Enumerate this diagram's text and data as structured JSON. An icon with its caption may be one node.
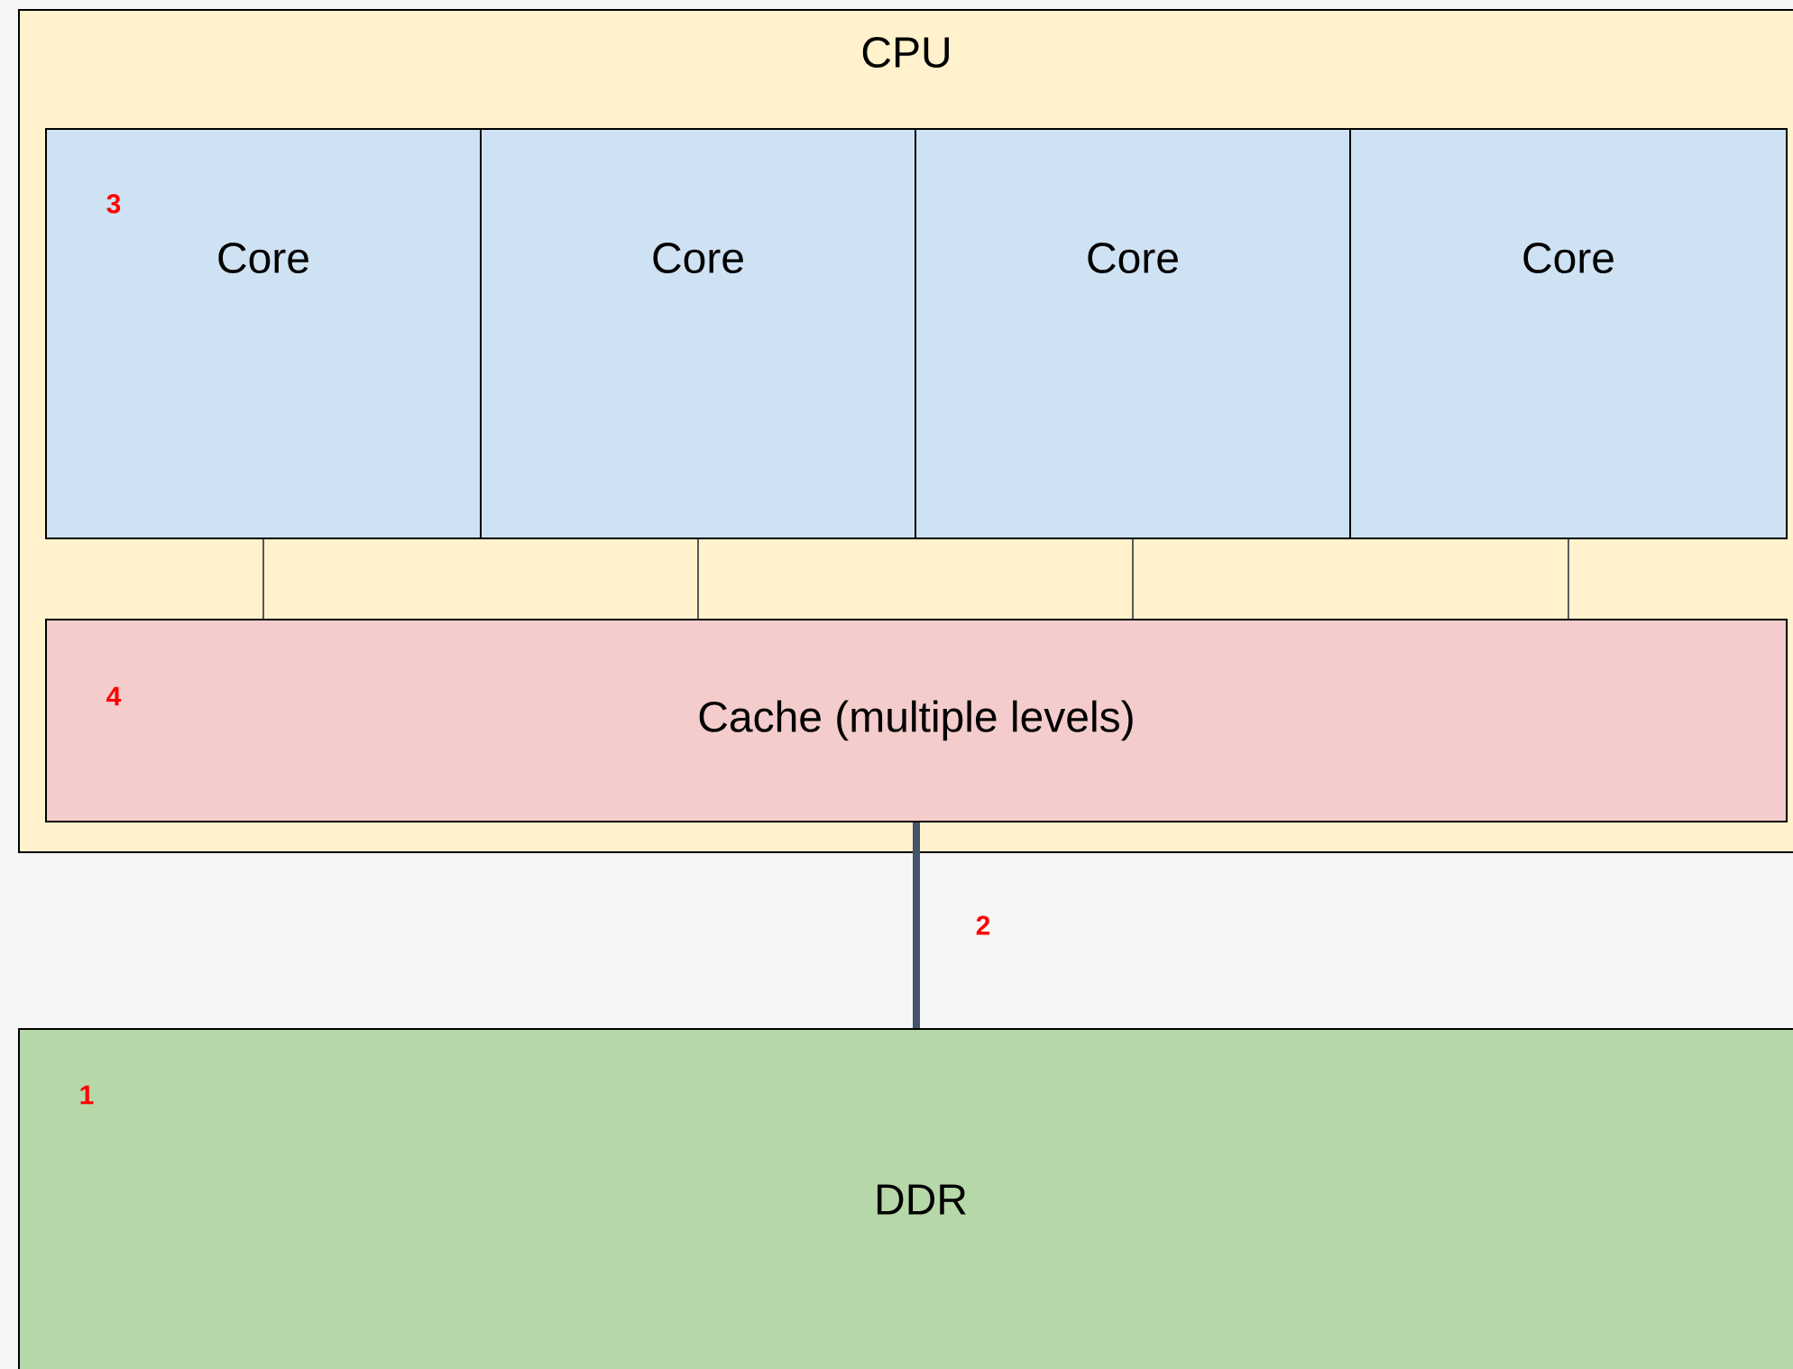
{
  "diagram": {
    "nodes": [
      {
        "text": [
          "CPU"
        ]
      },
      {
        "text": [
          "Core"
        ],
        "in": 0
      },
      {
        "text": [
          "Core"
        ],
        "in": 0
      },
      {
        "text": [
          "Core"
        ],
        "in": 0
      },
      {
        "text": [
          "Core"
        ],
        "in": 0
      },
      {
        "text": [
          "Cache (multiple levels)"
        ],
        "in": 0
      },
      {
        "text": [
          "DDR"
        ]
      }
    ],
    "edges": [
      {
        "from": 1,
        "to": 5,
        "arrow": "none"
      },
      {
        "from": 2,
        "to": 5,
        "arrow": "none"
      },
      {
        "from": 3,
        "to": 5,
        "arrow": "none"
      },
      {
        "from": 4,
        "to": 5,
        "arrow": "none"
      },
      {
        "from": 5,
        "to": 6,
        "arrow": "none",
        "style": "thick",
        "color": "#44546a"
      }
    ],
    "labels": [
      "3",
      "4",
      "2",
      "1"
    ]
  }
}
